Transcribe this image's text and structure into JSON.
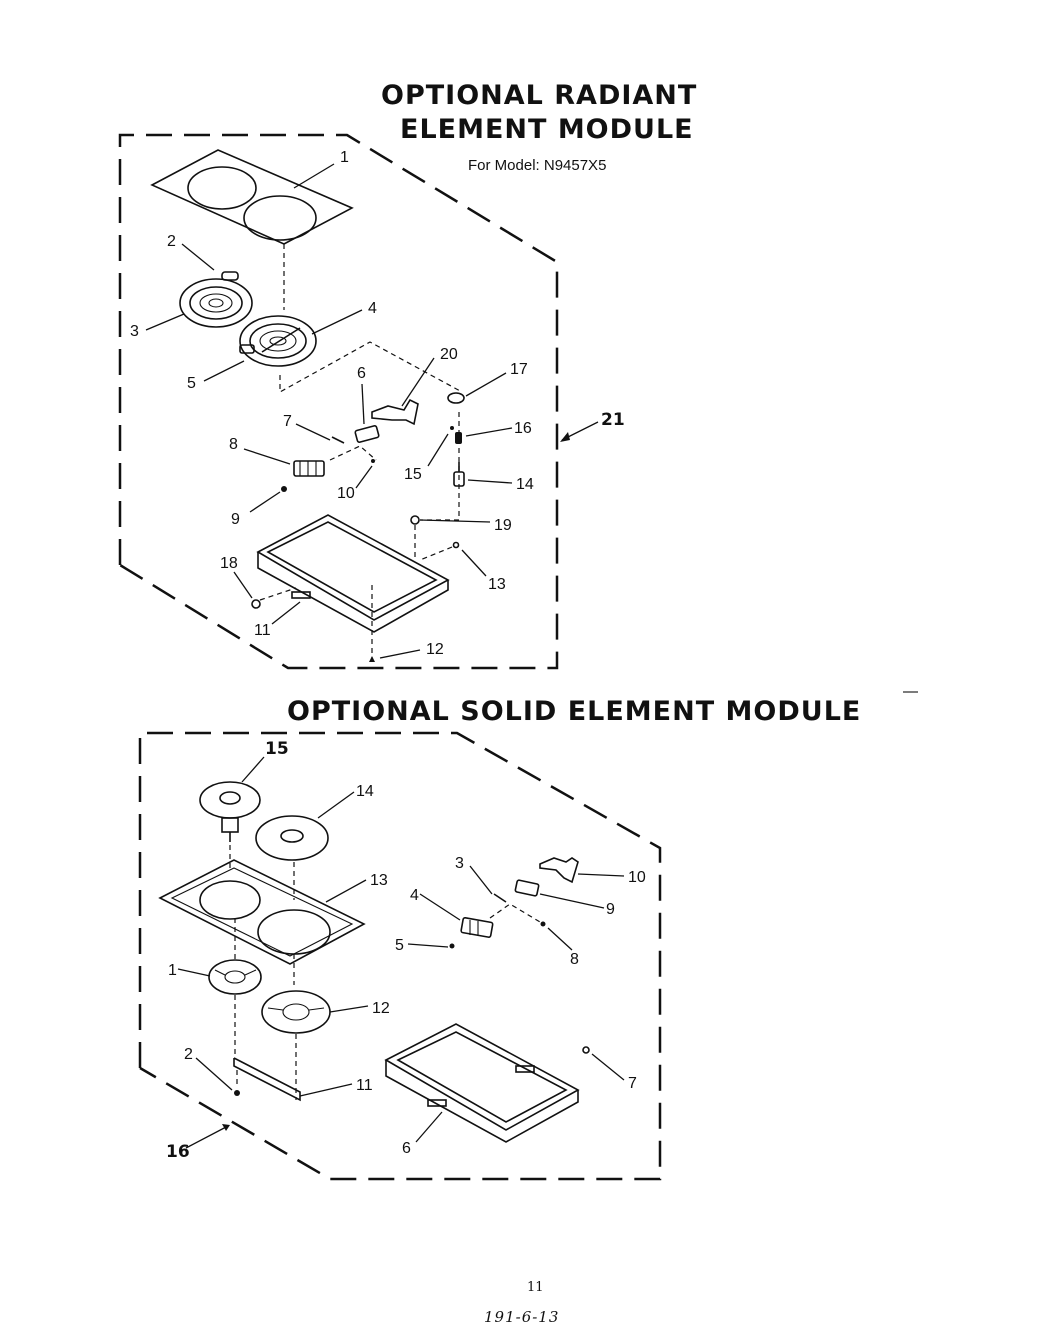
{
  "diagram_1": {
    "title_line1": "OPTIONAL RADIANT",
    "title_line2": "ELEMENT MODULE",
    "model_note": "For Model: N9457X5",
    "callouts": [
      "1",
      "2",
      "3",
      "4",
      "5",
      "6",
      "7",
      "8",
      "9",
      "10",
      "11",
      "12",
      "13",
      "14",
      "15",
      "16",
      "17",
      "18",
      "19",
      "20",
      "21"
    ]
  },
  "diagram_2": {
    "title": "OPTIONAL SOLID ELEMENT MODULE",
    "callouts": [
      "1",
      "2",
      "3",
      "4",
      "5",
      "6",
      "7",
      "8",
      "9",
      "10",
      "11",
      "12",
      "13",
      "14",
      "15",
      "16"
    ]
  },
  "footer": {
    "page_number": "11",
    "handwritten_note": "191-6-13"
  }
}
